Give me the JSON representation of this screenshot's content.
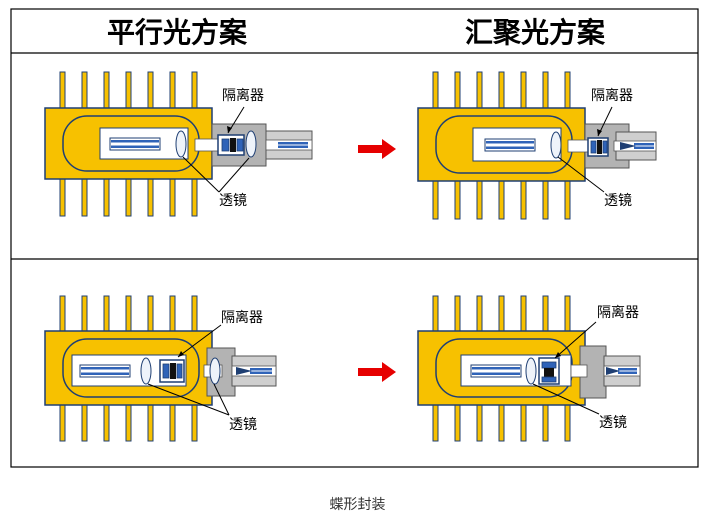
{
  "headers": {
    "left": "平行光方案",
    "right": "汇聚光方案"
  },
  "labels": {
    "isolator": "隔离器",
    "lens": "透镜"
  },
  "caption": "蝶形封装",
  "colors": {
    "body_fill": "#f7c100",
    "pin_fill": "#f7c100",
    "outline": "#1f3f73",
    "inner_stroke": "#4470c4",
    "stripe": "#2f63b8",
    "housing": "#b3b3b3",
    "arrow": "#e60000"
  }
}
